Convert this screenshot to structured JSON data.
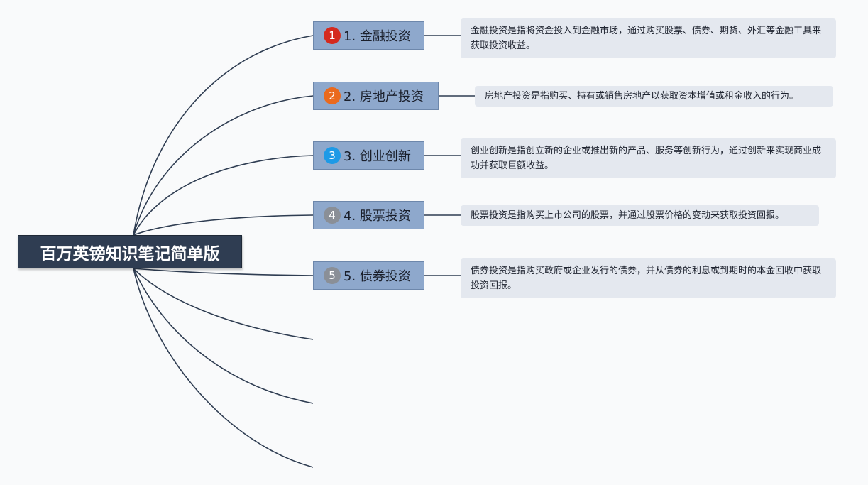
{
  "root": {
    "label": "百万英镑知识笔记简单版"
  },
  "branches": [
    {
      "number": "1",
      "label": "1. 金融投资",
      "badge_color": "#d42a1e",
      "note": "金融投资是指将资金投入到金融市场，通过购买股票、债券、期货、外汇等金融工具来获取投资收益。"
    },
    {
      "number": "2",
      "label": "2. 房地产投资",
      "badge_color": "#ea6a1e",
      "note": "房地产投资是指购买、持有或销售房地产以获取资本增值或租金收入的行为。"
    },
    {
      "number": "3",
      "label": "3. 创业创新",
      "badge_color": "#1e9ae6",
      "note": "创业创新是指创立新的企业或推出新的产品、服务等创新行为，通过创新来实现商业成功并获取巨额收益。"
    },
    {
      "number": "4",
      "label": "4. 股票投资",
      "badge_color": "#8a8f97",
      "note": "股票投资是指购买上市公司的股票，并通过股票价格的变动来获取投资回报。"
    },
    {
      "number": "5",
      "label": "5. 债券投资",
      "badge_color": "#8a8f97",
      "note": "债券投资是指购买政府或企业发行的债券，并从债券的利息或到期时的本金回收中获取投资回报。"
    }
  ],
  "colors": {
    "connector": "#2f3d52",
    "branch_fill": "#8ea8cc",
    "note_fill": "#e4e8ef"
  }
}
